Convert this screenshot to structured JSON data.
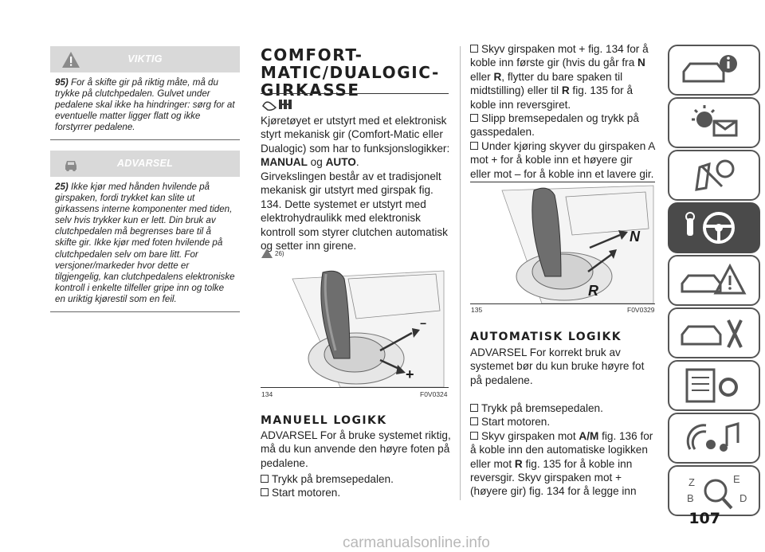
{
  "warning_viktig": {
    "title": "VIKTIG",
    "number": "95)",
    "text": "For å skifte gir på riktig måte, må du trykke på clutchpedalen. Gulvet under pedalene skal ikke ha hindringer: sørg for at eventuelle matter ligger flatt og ikke forstyrrer pedalene."
  },
  "warning_advarsel": {
    "title": "ADVARSEL",
    "number": "25)",
    "text": "Ikke kjør med hånden hvilende på girspaken, fordi trykket kan slite ut girkassens interne komponenter med tiden, selv hvis trykker kun er lett. Din bruk av clutchpedalen må begrenses bare til å skifte gir. Ikke kjør med foten hvilende på clutchpedalen selv om bare litt. For versjoner/markeder hvor dette er tilgjengelig, kan clutchpedalens elektroniske kontroll i enkelte tilfeller gripe inn og tolke en uriktig kjørestil som en feil."
  },
  "section_comfort": {
    "heading_lines": [
      "COMFORT-",
      "MATIC/DUALOGIC-",
      "GIRKASSE"
    ],
    "intro": "Kjøretøyet er utstyrt med et elektronisk styrt mekanisk gir (Comfort-Matic eller Dualogic) som har to funksjonslogikker:",
    "manual": "MANUAL",
    "og": " og ",
    "auto": "AUTO",
    "period": ".",
    "para2": "Girvekslingen består av et tradisjonelt mekanisk gir utstyrt med girspak fig. 134. Dette systemet er utstyrt med elektrohydraulikk med elektronisk kontroll som styrer clutchen automatisk og setter inn girene.",
    "ref": "26)"
  },
  "fig134": {
    "number": "134",
    "code": "F0V0324",
    "plus": "+",
    "minus": "−"
  },
  "section_manual": {
    "heading": "MANUELL LOGIKK",
    "text": "ADVARSEL For å bruke systemet riktig, må du kun anvende den høyre foten på pedalene.",
    "steps": [
      "Trykk på bremsepedalen.",
      "Start motoren."
    ]
  },
  "col3_steps": {
    "s1a": "Skyv girspaken mot + fig. 134 for å koble inn første gir (hvis du går fra ",
    "n": "N",
    "eller": " eller ",
    "r": "R",
    "s1b": ", flytter du bare spaken til midtstilling) eller til ",
    "r2": "R",
    "s1c": " fig. 135 for å koble inn reversgiret.",
    "s2": "Slipp bremsepedalen og trykk på gasspedalen.",
    "s3": "Under kjøring skyver du girspaken A mot + for å koble inn et høyere gir eller mot – for å koble inn et lavere gir."
  },
  "fig135": {
    "number": "135",
    "code": "F0V0329",
    "n_label": "N",
    "r_label": "R"
  },
  "section_auto": {
    "heading": "AUTOMATISK LOGIKK",
    "text": "ADVARSEL For korrekt bruk av systemet bør du kun bruke høyre fot på pedalene.",
    "steps": [
      "Trykk på bremsepedalen.",
      "Start motoren."
    ],
    "s3a": "Skyv girspaken mot ",
    "am": "A/M",
    "s3b": " fig. 136 for å koble inn den automatiske logikken eller mot ",
    "r": "R",
    "s3c": " fig. 135 for å koble inn reversgir. Skyv girspaken mot + (høyere gir) fig. 134 for å legge inn"
  },
  "side_tabs": [
    "info-car-icon",
    "warning-lights-icon",
    "seat-airbag-icon",
    "steering-wheel-key-icon",
    "emergency-triangle-icon",
    "car-service-icon",
    "specs-list-icon",
    "multimedia-icon",
    "alphabet-index-icon"
  ],
  "page_number": "107",
  "watermark": "carmanualsonline.info"
}
